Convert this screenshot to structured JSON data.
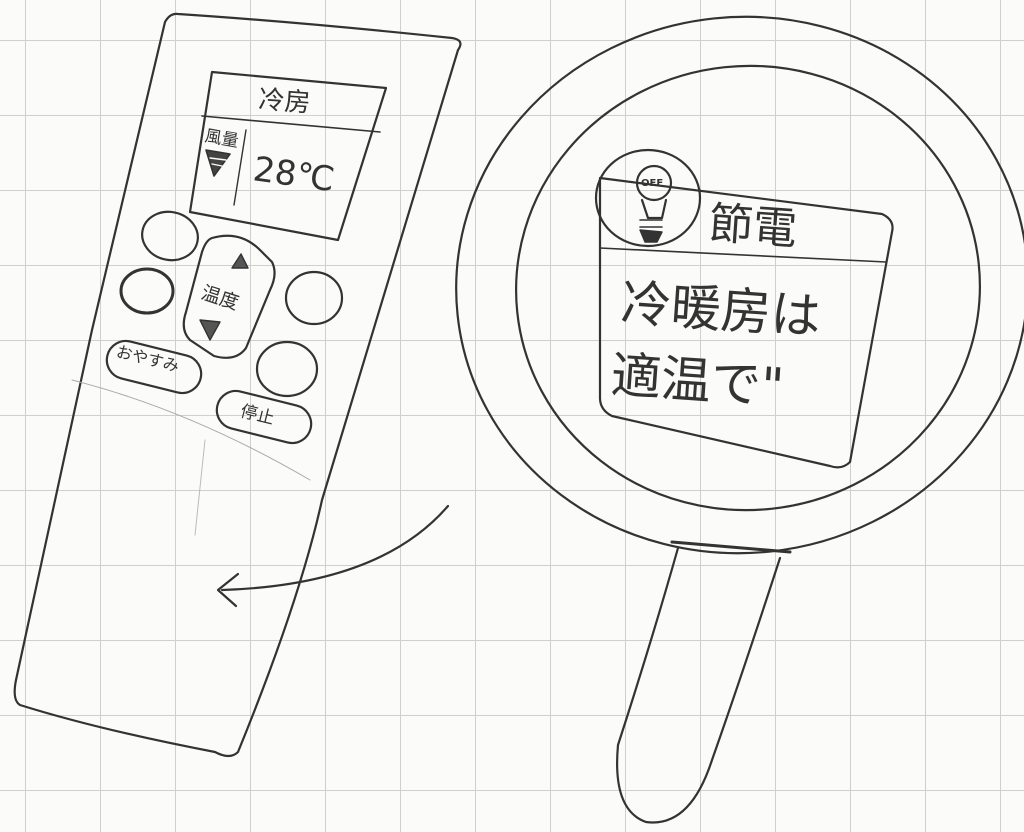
{
  "remote": {
    "mode": "冷房",
    "fan_label": "風量",
    "temperature": "28℃",
    "temp_button_label": "温度",
    "sleep_button_label": "おやすみ",
    "stop_button_label": "停止"
  },
  "magnifier": {
    "bulb_badge": "OFF",
    "title": "節電",
    "message_line1": "冷暖房は",
    "message_line2": "適温で\""
  },
  "colors": {
    "ink": "#333333",
    "pencil_fill": "#444444"
  },
  "icons": [
    "lightbulb-off-icon",
    "fan-strength-icon",
    "triangle-up-icon",
    "triangle-down-icon",
    "curved-arrow-icon"
  ]
}
